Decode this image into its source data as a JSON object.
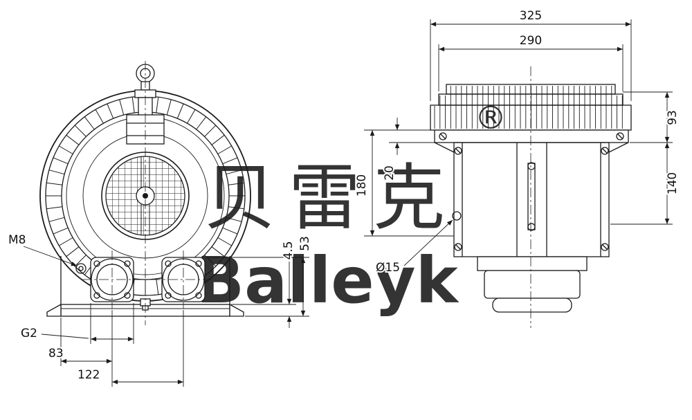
{
  "drawing": {
    "kind": "technical-drawing-blower",
    "views": {
      "front": "front-view",
      "side": "side-view"
    }
  },
  "watermark": {
    "cjk": "贝雷克",
    "registered": "®",
    "latin": "Balleyk"
  },
  "dims": {
    "d325": "325",
    "d290": "290",
    "d93": "93",
    "d140": "140",
    "d180": "180",
    "d20": "20",
    "d53": "53",
    "d45": "4.5",
    "dia15": "Ø15",
    "m8": "M8",
    "g2": "G2",
    "d83": "83",
    "d122": "122"
  },
  "colors": {
    "line": "#1a1a1a",
    "watermark": "#d4d4d4",
    "background": "#ffffff"
  }
}
